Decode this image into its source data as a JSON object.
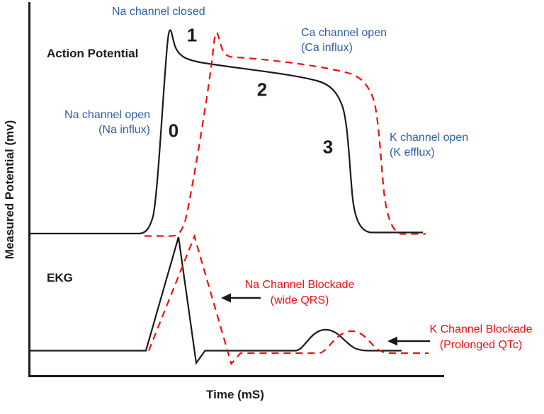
{
  "colors": {
    "curve_black": "#1b1b1b",
    "curve_red": "#f20d0d",
    "annotation_blue": "#2e5fa3",
    "annotation_red": "#f20d0d"
  },
  "axes": {
    "y_label": "Measured Potential (mv)",
    "x_label": "Time (mS)"
  },
  "traces": {
    "action_potential": {
      "label": "Action Potential",
      "line_style": "solid black = normal"
    },
    "ekg": {
      "label": "EKG",
      "line_style": "solid black = normal, red dashed = channel blockade"
    }
  },
  "phases": {
    "phase0": "0",
    "phase1": "1",
    "phase2": "2",
    "phase3": "3"
  },
  "annotations": {
    "na_closed": {
      "text": "Na channel closed"
    },
    "ca_open": {
      "line1": "Ca channel open",
      "line2": "(Ca influx)"
    },
    "na_open": {
      "line1": "Na channel open",
      "line2": "(Na influx)"
    },
    "k_open": {
      "line1": "K channel open",
      "line2": "(K efflux)"
    },
    "na_blockade": {
      "line1": "Na Channel Blockade",
      "line2": "(wide QRS)"
    },
    "k_blockade": {
      "line1": "K Channel Blockade",
      "line2": "(Prolonged QTc)"
    }
  }
}
